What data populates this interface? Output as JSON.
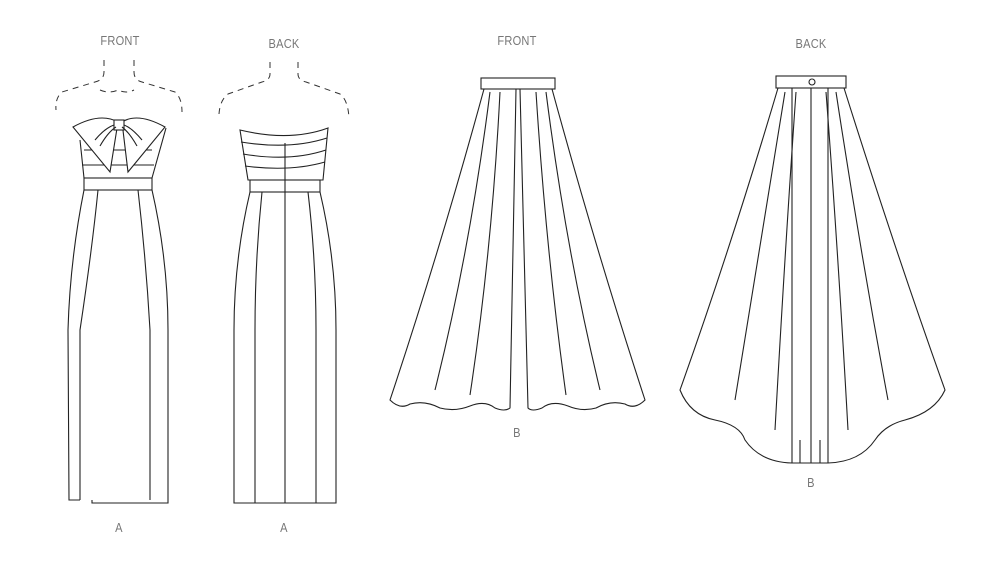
{
  "views": [
    {
      "title": "FRONT",
      "view_label": "A"
    },
    {
      "title": "BACK",
      "view_label": "A"
    },
    {
      "title": "FRONT",
      "view_label": "B"
    },
    {
      "title": "BACK",
      "view_label": "B"
    }
  ],
  "line_color": "#222222",
  "label_color": "#777777"
}
